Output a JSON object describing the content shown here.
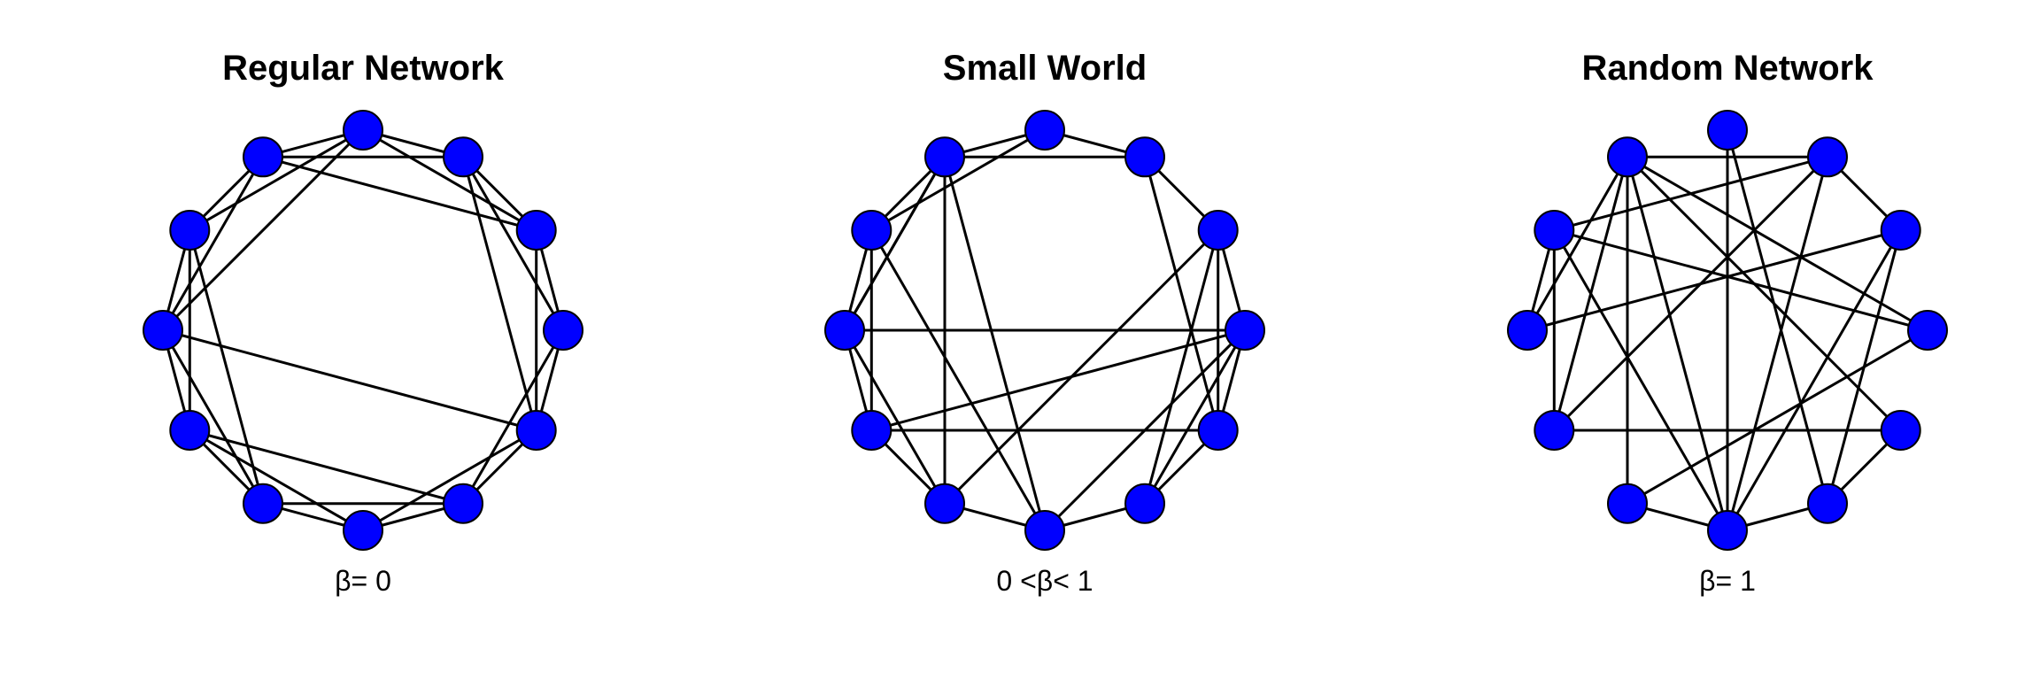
{
  "figure": {
    "node_color": "#0000ff",
    "edge_color": "#000000",
    "background": "#ffffff",
    "node_count": 12
  },
  "panels": [
    {
      "title": "Regular Network",
      "caption": "β= 0",
      "edges": [
        [
          0,
          1
        ],
        [
          1,
          2
        ],
        [
          2,
          3
        ],
        [
          3,
          4
        ],
        [
          4,
          5
        ],
        [
          5,
          6
        ],
        [
          6,
          7
        ],
        [
          7,
          8
        ],
        [
          8,
          9
        ],
        [
          9,
          10
        ],
        [
          10,
          11
        ],
        [
          11,
          0
        ],
        [
          0,
          2
        ],
        [
          1,
          3
        ],
        [
          2,
          4
        ],
        [
          3,
          5
        ],
        [
          4,
          6
        ],
        [
          5,
          7
        ],
        [
          6,
          8
        ],
        [
          7,
          9
        ],
        [
          8,
          10
        ],
        [
          9,
          11
        ],
        [
          10,
          0
        ],
        [
          11,
          1
        ],
        [
          0,
          9
        ],
        [
          11,
          2
        ],
        [
          4,
          9
        ],
        [
          5,
          8
        ],
        [
          1,
          4
        ],
        [
          7,
          10
        ]
      ]
    },
    {
      "title": "Small World",
      "caption": "0 <β< 1",
      "edges": [
        [
          0,
          1
        ],
        [
          0,
          11
        ],
        [
          1,
          2
        ],
        [
          1,
          4
        ],
        [
          2,
          3
        ],
        [
          2,
          4
        ],
        [
          2,
          5
        ],
        [
          3,
          4
        ],
        [
          3,
          5
        ],
        [
          3,
          6
        ],
        [
          3,
          8
        ],
        [
          3,
          9
        ],
        [
          4,
          5
        ],
        [
          5,
          6
        ],
        [
          6,
          7
        ],
        [
          7,
          8
        ],
        [
          7,
          9
        ],
        [
          8,
          9
        ],
        [
          8,
          10
        ],
        [
          9,
          10
        ],
        [
          9,
          11
        ],
        [
          10,
          11
        ],
        [
          10,
          6
        ],
        [
          11,
          6
        ],
        [
          11,
          7
        ],
        [
          11,
          1
        ],
        [
          10,
          0
        ],
        [
          8,
          4
        ],
        [
          7,
          2
        ],
        [
          11,
          9
        ]
      ]
    },
    {
      "title": "Random Network",
      "caption": "β= 1",
      "edges": [
        [
          11,
          1
        ],
        [
          11,
          8
        ],
        [
          11,
          7
        ],
        [
          11,
          6
        ],
        [
          11,
          3
        ],
        [
          11,
          4
        ],
        [
          11,
          9
        ],
        [
          10,
          1
        ],
        [
          10,
          9
        ],
        [
          10,
          8
        ],
        [
          10,
          6
        ],
        [
          10,
          3
        ],
        [
          1,
          8
        ],
        [
          1,
          2
        ],
        [
          1,
          6
        ],
        [
          0,
          6
        ],
        [
          0,
          5
        ],
        [
          2,
          6
        ],
        [
          2,
          5
        ],
        [
          2,
          9
        ],
        [
          3,
          7
        ],
        [
          7,
          6
        ],
        [
          6,
          5
        ],
        [
          4,
          5
        ],
        [
          4,
          8
        ]
      ]
    }
  ]
}
